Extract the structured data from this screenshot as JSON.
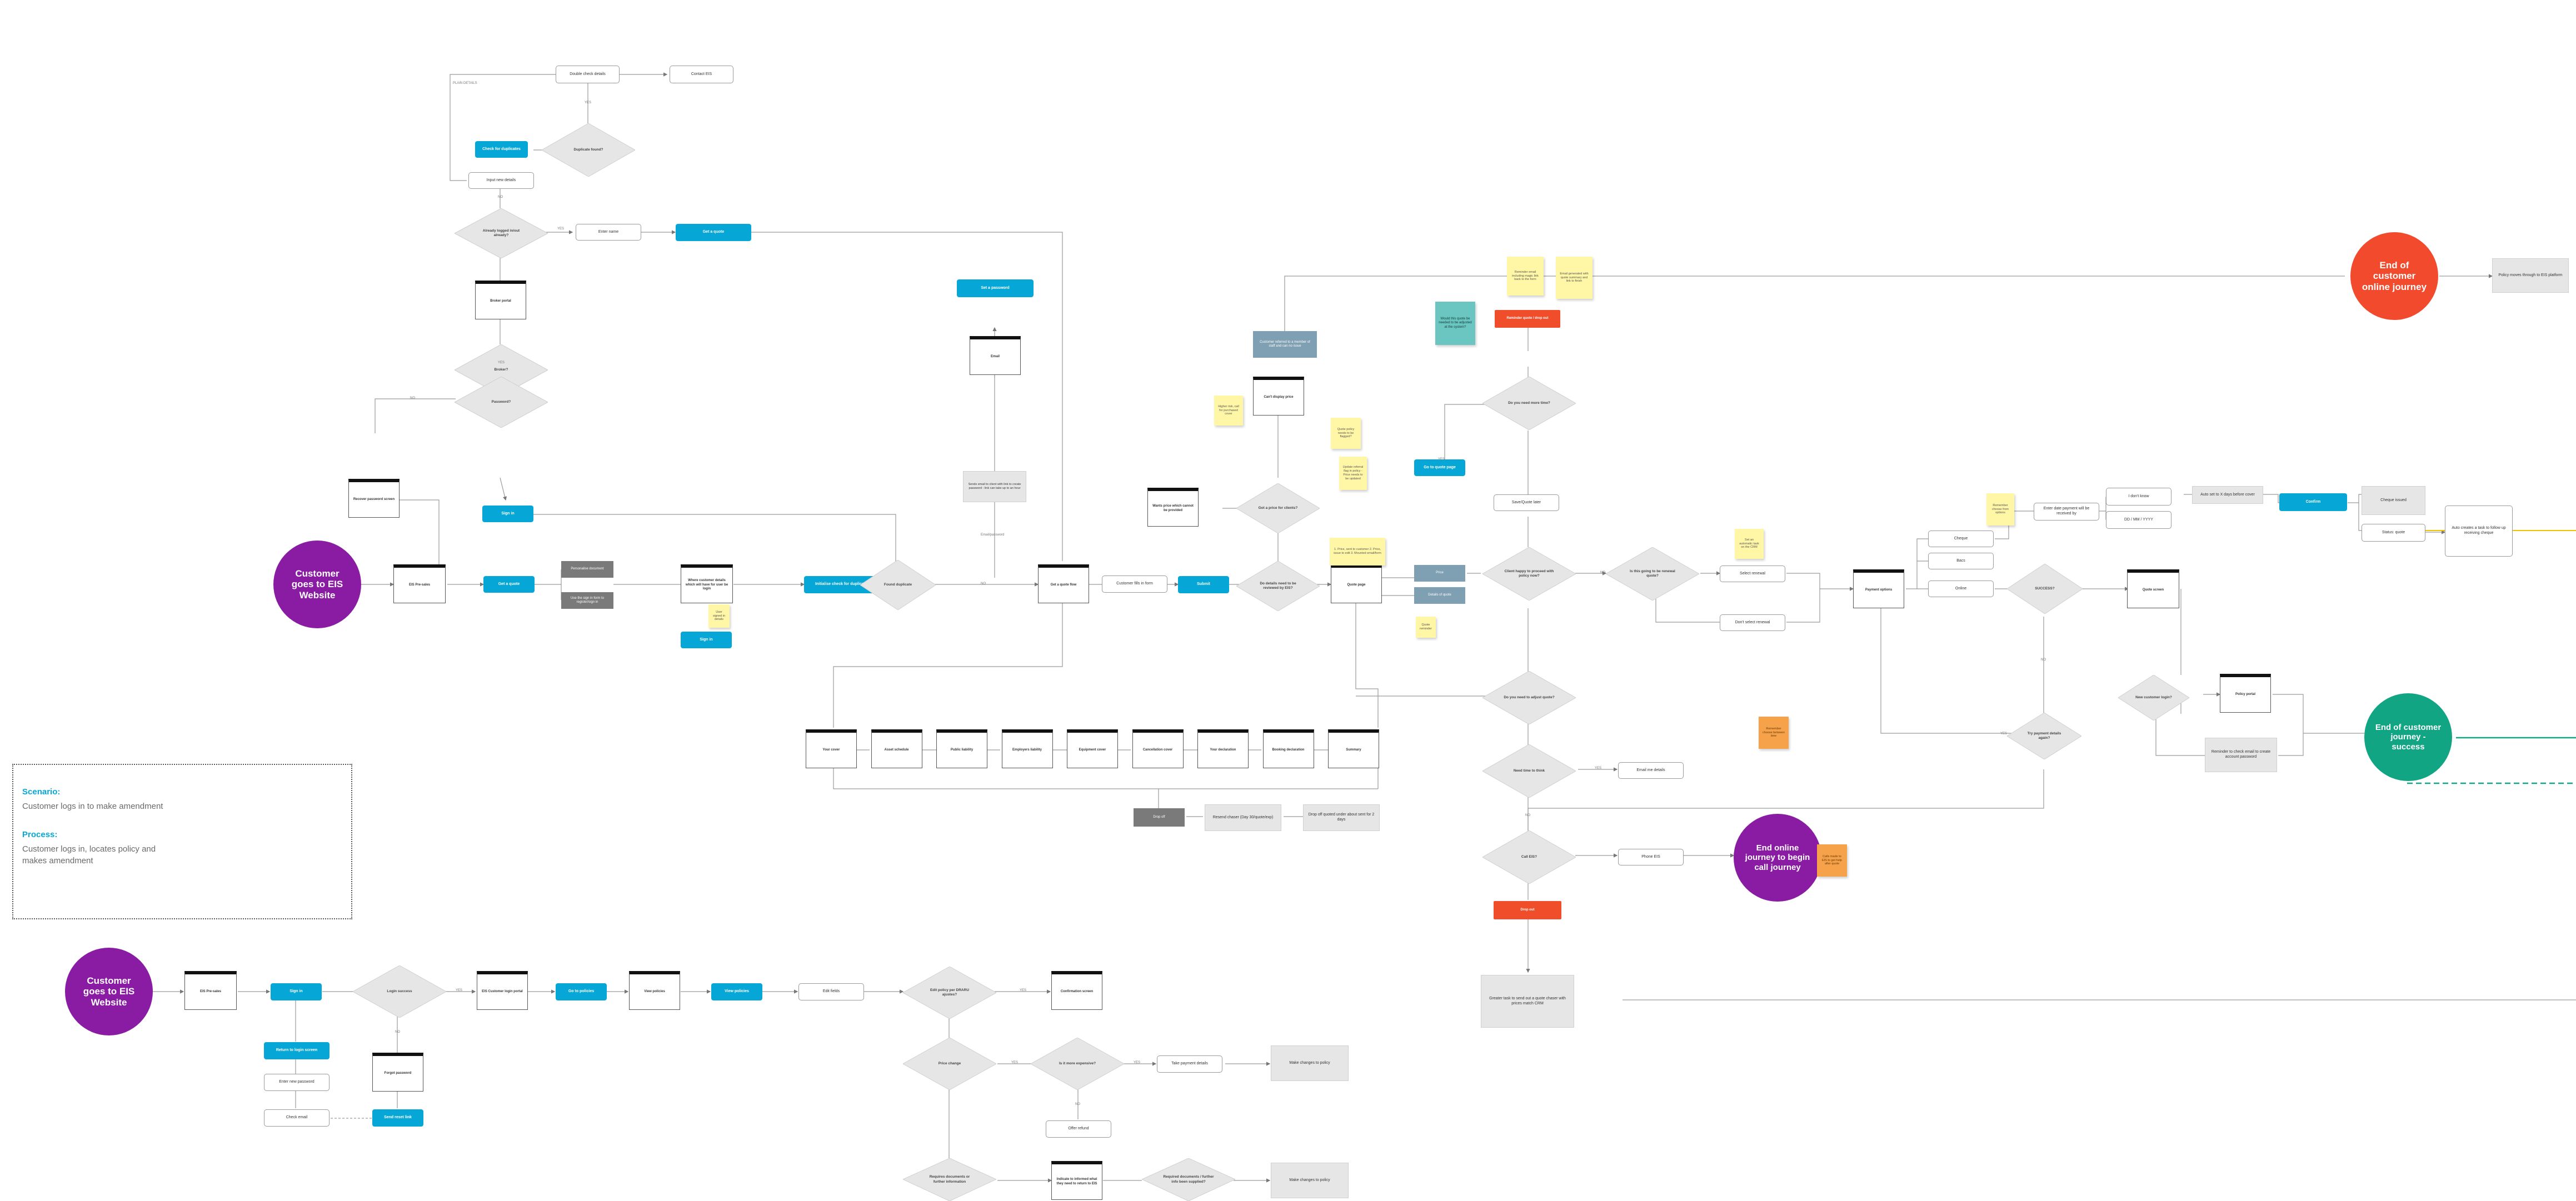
{
  "legend": {
    "scenario_title": "Scenario:",
    "scenario_text": "Customer logs in to make amendment",
    "process_title": "Process:",
    "process_text": "Customer logs in, locates policy and makes amendment"
  },
  "terminals": {
    "start_top": "Customer goes to EIS Website",
    "start_bottom": "Customer goes to EIS Website",
    "end_online": "End of customer online journey",
    "end_call": "End online journey to begin call journey",
    "end_success": "End of customer journey - success"
  },
  "top_flow": {
    "double_check": "Double check details",
    "contact_eis": "Contact EIS",
    "duplicate_found": "Duplicate found?",
    "check_duplicates": "Check for duplicates",
    "input_new_details": "Input new details",
    "already_logged_in": "Already logged in/out already?",
    "enter_name": "Enter name",
    "get_quote": "Get a quote",
    "broker_portal": "Broker portal",
    "broker": "Broker?",
    "password": "Password?",
    "reset_password": "Recover password screen",
    "sign_in": "Sign in",
    "eis_pre_sales": "EIS Pre-sales",
    "get_a_quote": "Get a quote",
    "personal_details": "Personalise document",
    "view_sign_in": "Use the sign in form to register/sign in",
    "customer_details": "Where customer details which will have for user be login",
    "sign_in_2": "Sign in",
    "note_user_signed": "User signed in details",
    "prefill_check": "Initialise check for duplicates",
    "found_duplicate": "Found duplicate",
    "set_password": "Set a password",
    "email": "Email",
    "send_email": "Sends email to client with link to create password - link can take up to an hour",
    "get_quote_flow": "Get a quote flow",
    "customer_fills_form": "Customer fills in form",
    "submit": "Submit",
    "decide_refer": "Do details need to be reviewed by EIS?",
    "quote_page": "Quote page",
    "price": "Price",
    "details_quote": "Details of quote",
    "wants_price": "Wants price which cannot be provided",
    "cant_price": "Can't display price",
    "got_price": "Got a price for clients?",
    "note_higher": "Higher risk, call for purchased cover",
    "note_quote_policy": "Quote policy needs to be flagged?",
    "note_flags": "Update referral flag in policy - Price needs to be updated",
    "note_bullets": "1. Price, sent to customer 2. Price, issue to edit 3. Mounted email/form",
    "note_small": "Calls note",
    "note_drop": "Quote reminder",
    "customer_referred": "Customer referred to a member of staff and can no issue",
    "note_teal": "Would this quote be needed to be adjusted at the system?",
    "go_to_quote": "Go to quote page",
    "needs_more_time": "Do you need more time?",
    "save_quote": "Save/Quote later",
    "reminder_red": "Reminder quote / drop out",
    "note_reminder_a": "Reminder email including magic link back to the form",
    "note_reminder_b": "Email generated with quote summary and link to finish",
    "happy_proceed": "Client happy to proceed with policy now?",
    "going_renewal": "Is this going to be renewal quote?",
    "select_renewal": "Select renewal",
    "dont_renew": "Don't select renewal",
    "note_crm": "Set an automatic task on the CRM",
    "payment_options": "Payment options",
    "note_pay": "Remember choose from options",
    "choose_a": "Cheque",
    "choose_b": "Bacs",
    "choose_c": "Online",
    "success": "SUCCESS?",
    "enter_date": "Enter date payment will be received by",
    "dont_know": "I don't know",
    "date_input": "DD / MM / YYYY",
    "auto_set": "Auto set to X days before cover",
    "confirm": "Confirm",
    "cheque_issued": "Cheque issued",
    "status_quote": "Status: quote",
    "auto_task": "Auto creates a task to follow up receiving cheque",
    "quote_screen": "Quote screen",
    "policy_portal": "Policy portal",
    "new_customer": "New customer login?",
    "pay_again": "Try payment details again?",
    "reminder_password": "Reminder to check email to create account password",
    "policy_moves": "Policy moves through to EIS platform",
    "adjust_quote": "Do you need to adjust quote?",
    "need_time_think": "Need time to think",
    "email_details": "Email me details",
    "call_eis": "Call EIS?",
    "phone_eis": "Phone EIS",
    "note_call": "Calls made to EIS to get help after quote",
    "drop_out": "Drop out",
    "note_orange_mid": "Remember choose between time",
    "greater_task": "Greater task to send out a quote chaser with prices match CRM",
    "drop_off": "Drop off",
    "resend_chase": "Resend chaser (Day 30/quote/exp)",
    "drop_off_quote": "Drop off quoted under about sent for 2 days",
    "yes": "YES",
    "no": "NO",
    "label_tab": "PLAIN DETAILS",
    "label_email": "Email/password"
  },
  "form_steps": [
    "Your cover",
    "Asset schedule",
    "Public liability",
    "Employers liability",
    "Equipment cover",
    "Cancellation cover",
    "Your declaration",
    "Booking declaration",
    "Summary"
  ],
  "bottom_flow": {
    "eis_pre_sales": "EIS Pre-sales",
    "sign_in": "Sign in",
    "login_success": "Login success",
    "eis_portal": "EIS Customer login portal",
    "go_to_policies": "Go to policies",
    "view_policies": "View policies",
    "view_policies_btn": "View policies",
    "edit_fields": "Edit fields",
    "edit_policy": "Edit policy per DRARU ajustes?",
    "confirmation_screen": "Confirmation screen",
    "forgot_password": "Forgot password",
    "return_login": "Return to login screen",
    "enter_email": "Enter new password",
    "check_email": "Check email",
    "send_reset": "Send reset link",
    "price_change": "Price change",
    "payment_required": "Is it more expensive?",
    "take_payment": "Take payment details",
    "make_changes_a": "Make changes to policy",
    "offer_refund": "Offer refund",
    "requires_docs": "Requires documents or further information",
    "indicate_info": "Indicate to informed what they need to return to EIS",
    "docs_supplied": "Required documents / further info been supplied?",
    "make_changes_b": "Make changes to policy"
  }
}
